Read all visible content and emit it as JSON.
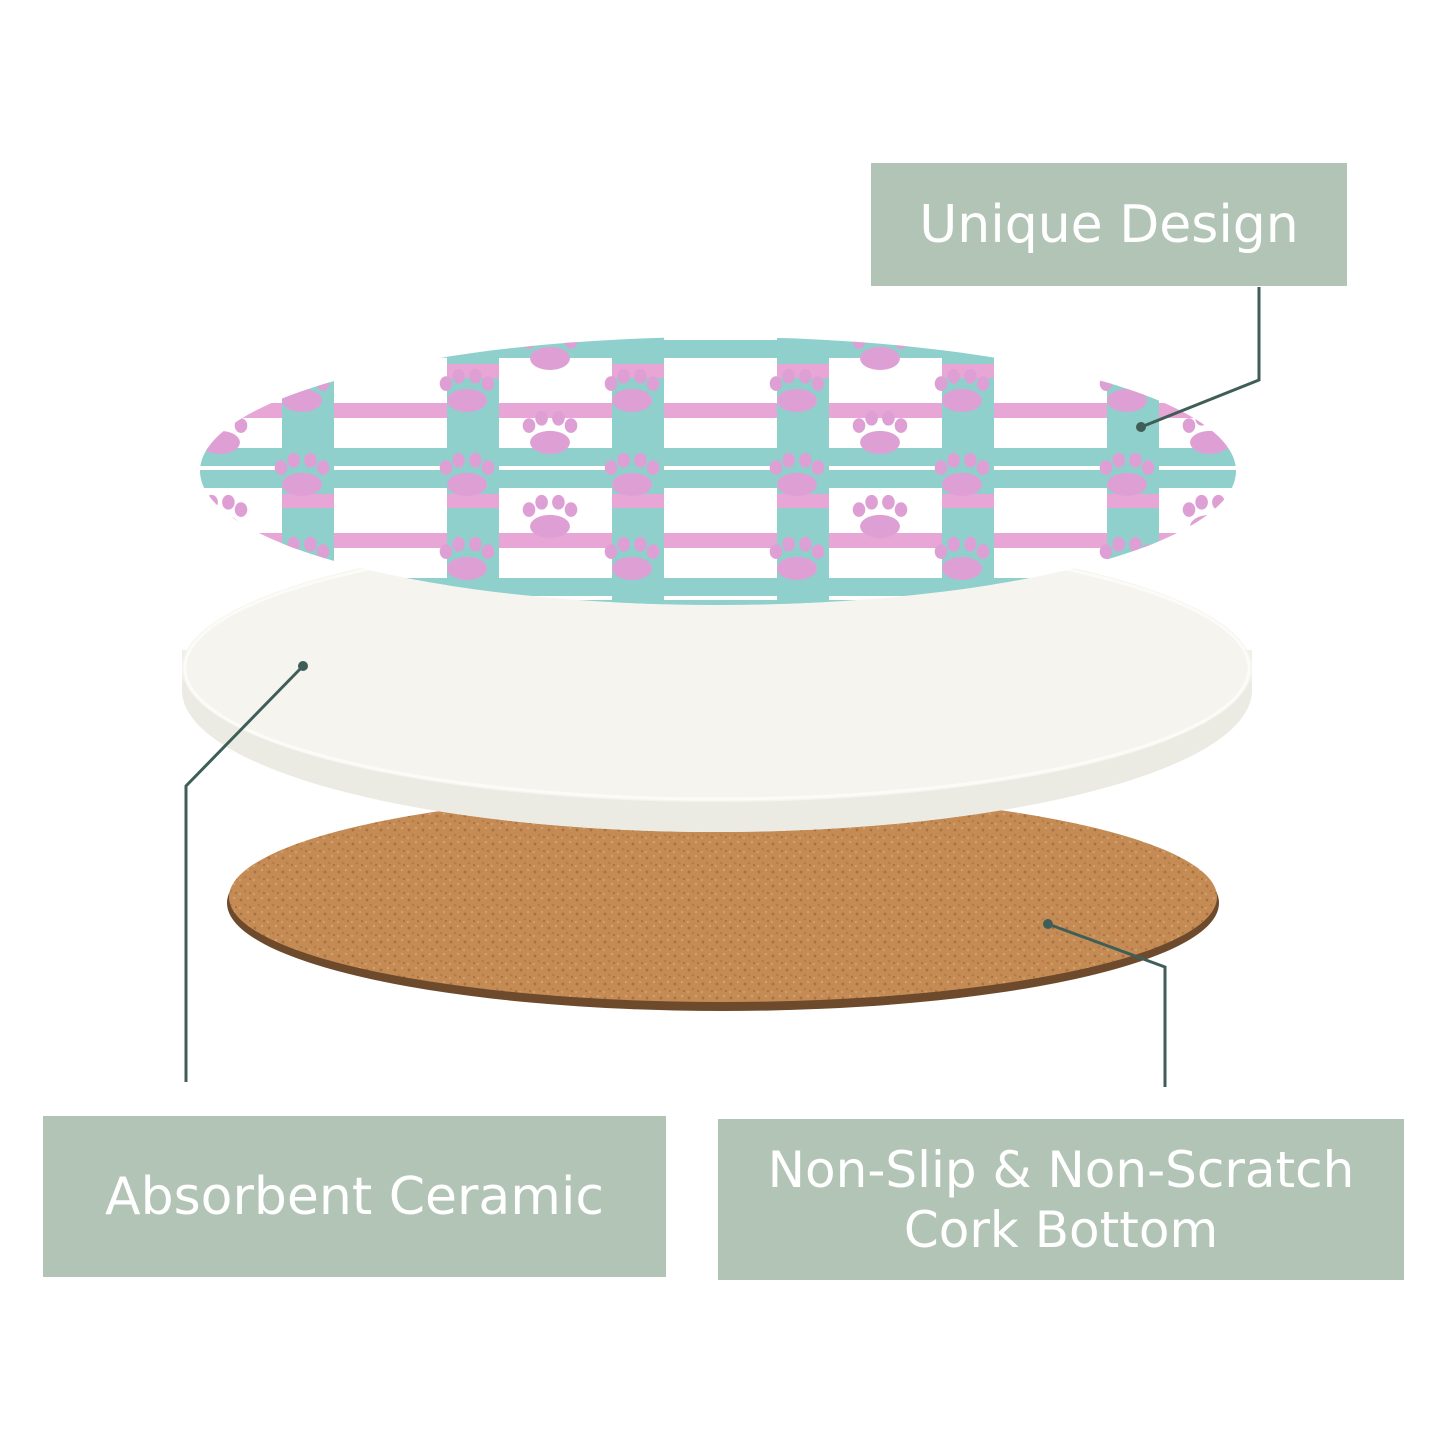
{
  "callouts": {
    "unique_design": {
      "label": "Unique Design"
    },
    "absorbent_ceramic": {
      "label": "Absorbent Ceramic"
    },
    "cork_bottom": {
      "line1": "Non-Slip & Non-Scratch",
      "line2": "Cork Bottom"
    }
  },
  "colors": {
    "callout_bg": "#b1c4b5",
    "callout_text": "#ffffff",
    "leader_line": "#3f5e58",
    "pattern_teal": "#8fd0cc",
    "pattern_pink": "#e7a6d6",
    "paw": "#dea0d4",
    "ceramic": "#f6f4ee",
    "cork": "#c68d57"
  },
  "illustration": {
    "layers": [
      "printed-top-layer",
      "ceramic-layer",
      "cork-layer"
    ],
    "pattern_icon": "paw-print-icon"
  }
}
